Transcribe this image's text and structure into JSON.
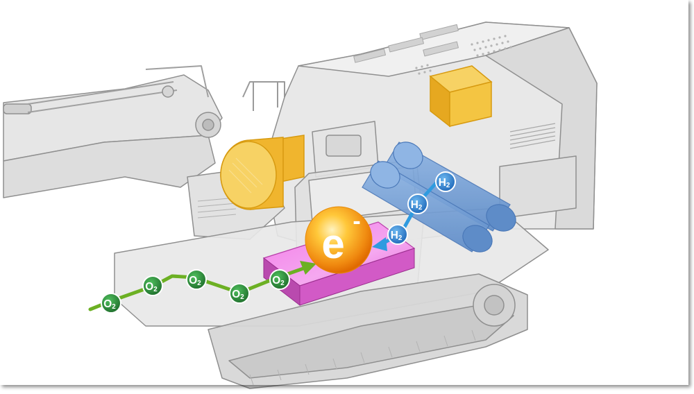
{
  "molecules": {
    "oxygen": {
      "label": "O",
      "subscript": "2",
      "color": "#2e8b3a",
      "flow_color": "#6cb023"
    },
    "hydrogen": {
      "label": "H",
      "subscript": "2",
      "color": "#2f86d6",
      "flow_color": "#2f9be0"
    }
  },
  "electron": {
    "label": "e",
    "superscript": "-",
    "color": "#f39c12"
  },
  "colors": {
    "fuel_cell": "#e85ad6",
    "hydrogen_tank": "#6c9bd6",
    "component": "#f4c542",
    "machine_body": "#dcdcdc",
    "machine_outline": "#8a8a8a"
  }
}
